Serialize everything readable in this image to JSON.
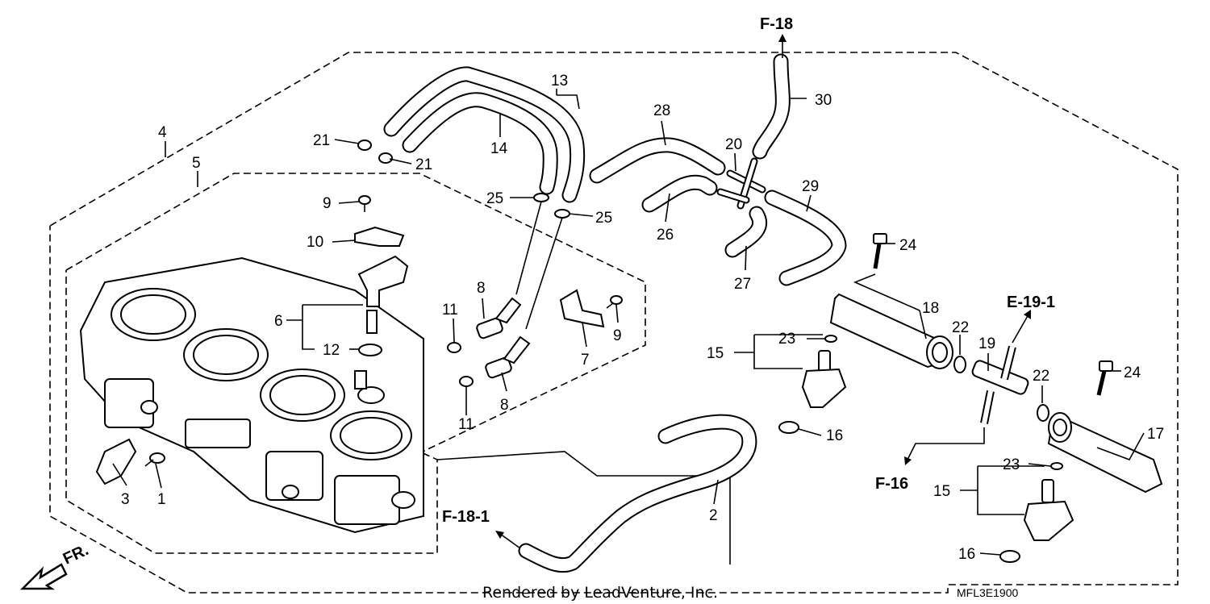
{
  "callouts": {
    "c1": "1",
    "c2": "2",
    "c3": "3",
    "c4": "4",
    "c5": "5",
    "c6": "6",
    "c7": "7",
    "c8a": "8",
    "c8b": "8",
    "c9a": "9",
    "c9b": "9",
    "c10": "10",
    "c11a": "11",
    "c11b": "11",
    "c12": "12",
    "c13": "13",
    "c14": "14",
    "c15a": "15",
    "c15b": "15",
    "c16a": "16",
    "c16b": "16",
    "c17": "17",
    "c18": "18",
    "c19": "19",
    "c20": "20",
    "c21a": "21",
    "c21b": "21",
    "c22a": "22",
    "c22b": "22",
    "c23a": "23",
    "c23b": "23",
    "c24a": "24",
    "c24b": "24",
    "c25a": "25",
    "c25b": "25",
    "c26": "26",
    "c27": "27",
    "c28": "28",
    "c29": "29",
    "c30": "30"
  },
  "references": {
    "f18": "F-18",
    "e191": "E-19-1",
    "f16": "F-16",
    "f181": "F-18-1"
  },
  "direction_label": "FR.",
  "diagram_code": "MFL3E1900",
  "credit": "Rendered by LeadVenture, Inc."
}
